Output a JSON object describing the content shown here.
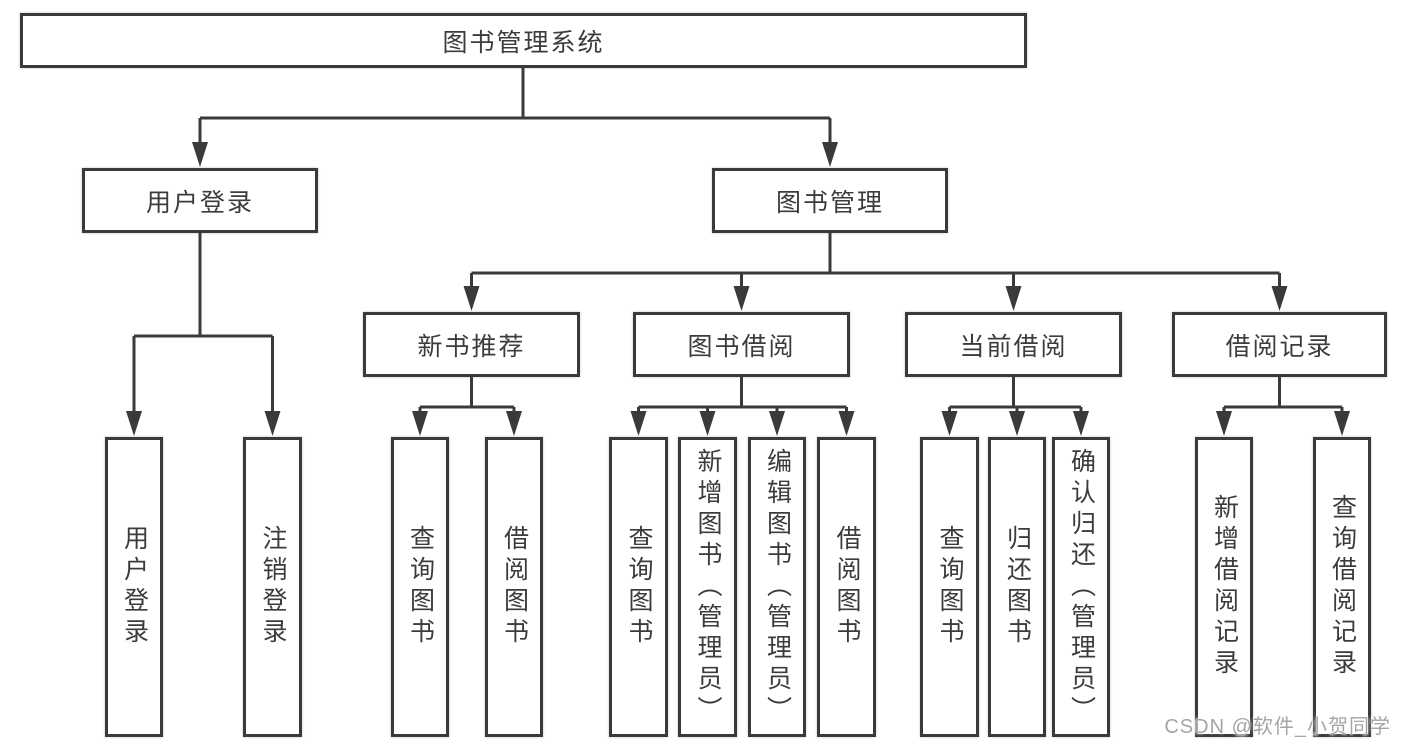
{
  "colors": {
    "background": "#ffffff",
    "line": "#3a3a3a",
    "box_border": "#3a3a3a",
    "box_fill": "#ffffff",
    "text": "#3c3c3c",
    "watermark": "#a5a5a5"
  },
  "watermark": {
    "text": "CSDN @软件_小贺同学"
  },
  "tree": {
    "root": {
      "label": "图书管理系统"
    },
    "children": [
      {
        "label": "用户登录",
        "children": [
          {
            "label": "用户登录"
          },
          {
            "label": "注销登录"
          }
        ]
      },
      {
        "label": "图书管理",
        "children": [
          {
            "label": "新书推荐",
            "children": [
              {
                "label": "查询图书"
              },
              {
                "label": "借阅图书"
              }
            ]
          },
          {
            "label": "图书借阅",
            "children": [
              {
                "label": "查询图书"
              },
              {
                "label": "新增图书（管理员）"
              },
              {
                "label": "编辑图书（管理员）"
              },
              {
                "label": "借阅图书"
              }
            ]
          },
          {
            "label": "当前借阅",
            "children": [
              {
                "label": "查询图书"
              },
              {
                "label": "归还图书"
              },
              {
                "label": "确认归还（管理员）"
              }
            ]
          },
          {
            "label": "借阅记录",
            "children": [
              {
                "label": "新增借阅记录"
              },
              {
                "label": "查询借阅记录"
              }
            ]
          }
        ]
      }
    ]
  }
}
